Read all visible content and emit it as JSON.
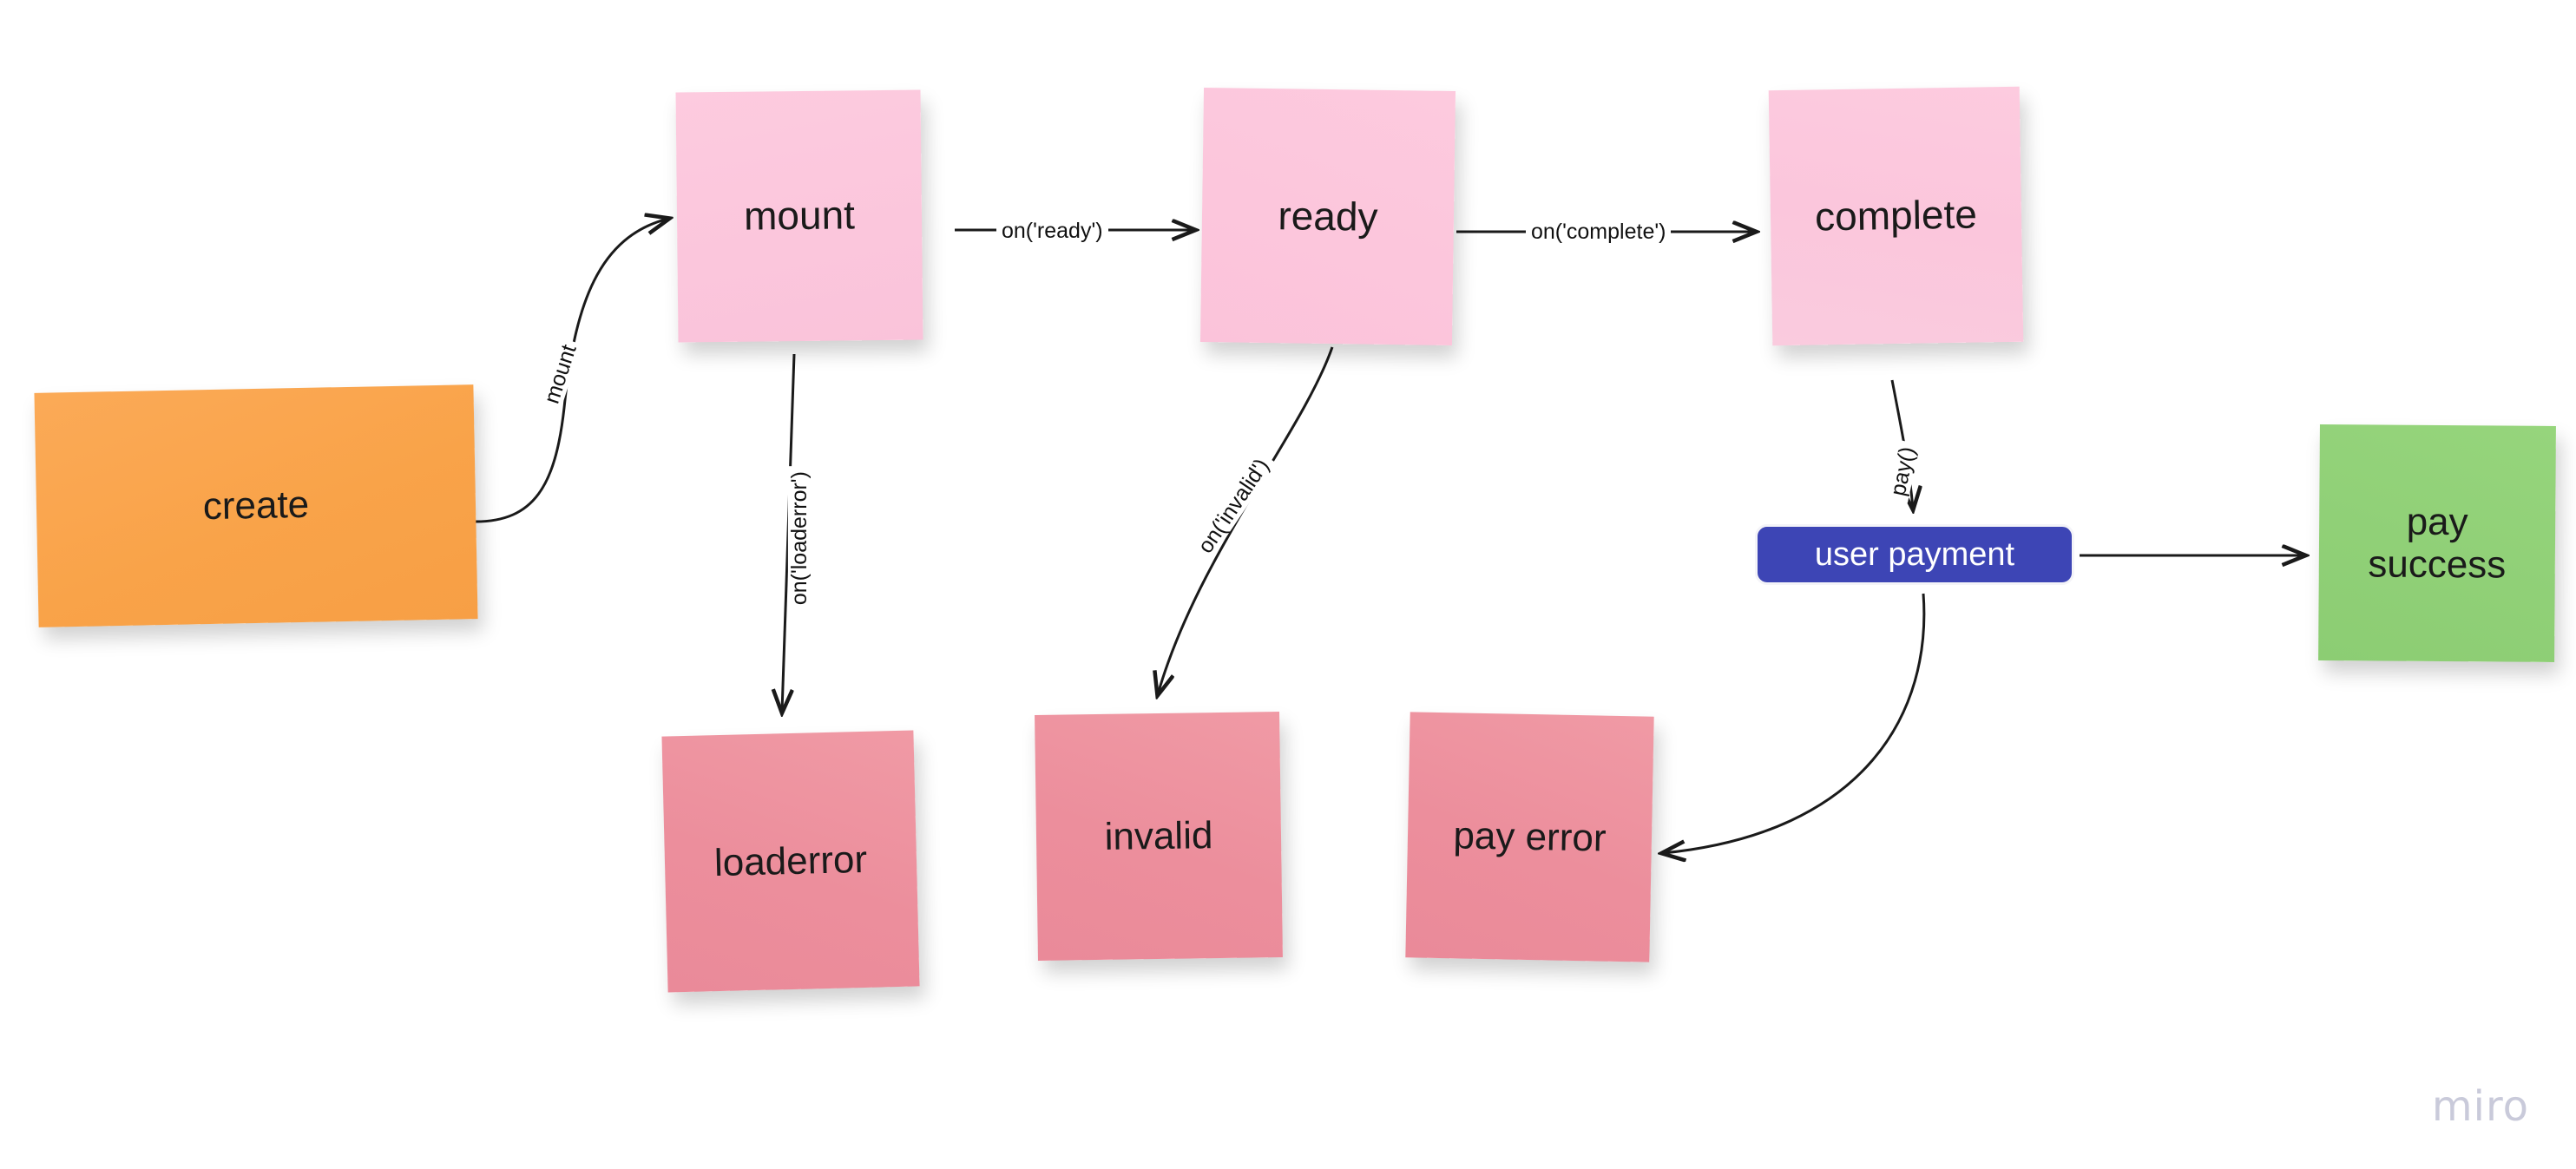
{
  "board": {
    "background": "#ffffff",
    "watermark": "miro",
    "watermark_color": "#c9cada"
  },
  "nodes": [
    {
      "id": "create",
      "label": "create",
      "color": "#f9a349",
      "kind": "sticky-note"
    },
    {
      "id": "mount",
      "label": "mount",
      "color": "#fbc6dc",
      "kind": "sticky-note"
    },
    {
      "id": "ready",
      "label": "ready",
      "color": "#fcc6dc",
      "kind": "sticky-note"
    },
    {
      "id": "complete",
      "label": "complete",
      "color": "#fbc6dc",
      "kind": "sticky-note"
    },
    {
      "id": "user-payment",
      "label": "user payment",
      "color": "#3d45b5",
      "kind": "rounded-rect"
    },
    {
      "id": "pay-success",
      "label_line1": "pay",
      "label_line2": "success",
      "color": "#90d077",
      "kind": "sticky-note"
    },
    {
      "id": "loaderror",
      "label": "loaderror",
      "color": "#ec8e9c",
      "kind": "sticky-note"
    },
    {
      "id": "invalid",
      "label": "invalid",
      "color": "#ec8e9c",
      "kind": "sticky-note"
    },
    {
      "id": "pay-error",
      "label": "pay error",
      "color": "#ec8e9c",
      "kind": "sticky-note"
    }
  ],
  "edges": [
    {
      "id": "create-to-mount",
      "from": "create",
      "to": "mount",
      "label": "mount"
    },
    {
      "id": "mount-to-ready",
      "from": "mount",
      "to": "ready",
      "label": "on('ready')"
    },
    {
      "id": "ready-to-complete",
      "from": "ready",
      "to": "complete",
      "label": "on('complete')"
    },
    {
      "id": "mount-to-loaderror",
      "from": "mount",
      "to": "loaderror",
      "label": "on('loaderror')"
    },
    {
      "id": "ready-to-invalid",
      "from": "ready",
      "to": "invalid",
      "label": "on('invalid')"
    },
    {
      "id": "complete-to-payment",
      "from": "complete",
      "to": "user-payment",
      "label": "pay()"
    },
    {
      "id": "payment-to-paysuccess",
      "from": "user-payment",
      "to": "pay-success",
      "label": ""
    },
    {
      "id": "payment-to-payerror",
      "from": "user-payment",
      "to": "pay-error",
      "label": ""
    }
  ]
}
